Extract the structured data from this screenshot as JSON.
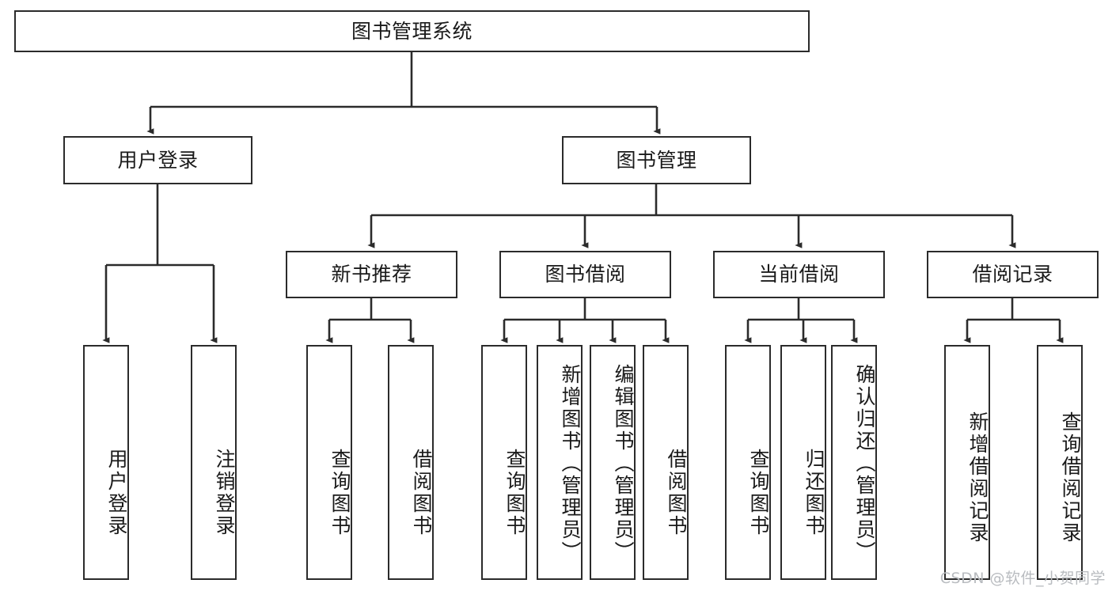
{
  "diagram": {
    "title": "图书管理系统",
    "type": "hierarchy-tree",
    "orientation": "top-down",
    "stroke_color": "#2b2b2b",
    "fill_color": "#ffffff",
    "text_color": "#1a1a1a"
  },
  "nodes": {
    "root": {
      "label": "图书管理系统",
      "level": 0
    },
    "level1": [
      {
        "id": "user-login",
        "label": "用户登录"
      },
      {
        "id": "book-manage",
        "label": "图书管理"
      }
    ],
    "level2": [
      {
        "id": "new-book-recommend",
        "label": "新书推荐"
      },
      {
        "id": "book-borrow",
        "label": "图书借阅"
      },
      {
        "id": "current-borrow",
        "label": "当前借阅"
      },
      {
        "id": "borrow-record",
        "label": "借阅记录"
      }
    ],
    "leaves": {
      "user-login": [
        {
          "id": "leaf-user-login",
          "label": "用户登录"
        },
        {
          "id": "leaf-user-logout",
          "label": "注销登录"
        }
      ],
      "new-book-recommend": [
        {
          "id": "leaf-query-book-1",
          "label": "查询图书"
        },
        {
          "id": "leaf-borrow-book-1",
          "label": "借阅图书"
        }
      ],
      "book-borrow": [
        {
          "id": "leaf-query-book-2",
          "label": "查询图书"
        },
        {
          "id": "leaf-add-book",
          "label": "新增图书（管理员）"
        },
        {
          "id": "leaf-edit-book",
          "label": "编辑图书（管理员）"
        },
        {
          "id": "leaf-borrow-book-2",
          "label": "借阅图书"
        }
      ],
      "current-borrow": [
        {
          "id": "leaf-query-book-3",
          "label": "查询图书"
        },
        {
          "id": "leaf-return-book",
          "label": "归还图书"
        },
        {
          "id": "leaf-confirm-return",
          "label": "确认归还（管理员）"
        }
      ],
      "borrow-record": [
        {
          "id": "leaf-add-record",
          "label": "新增借阅记录"
        },
        {
          "id": "leaf-query-record",
          "label": "查询借阅记录"
        }
      ]
    }
  },
  "watermark": {
    "text": "CSDN @软件_小贺同学"
  }
}
